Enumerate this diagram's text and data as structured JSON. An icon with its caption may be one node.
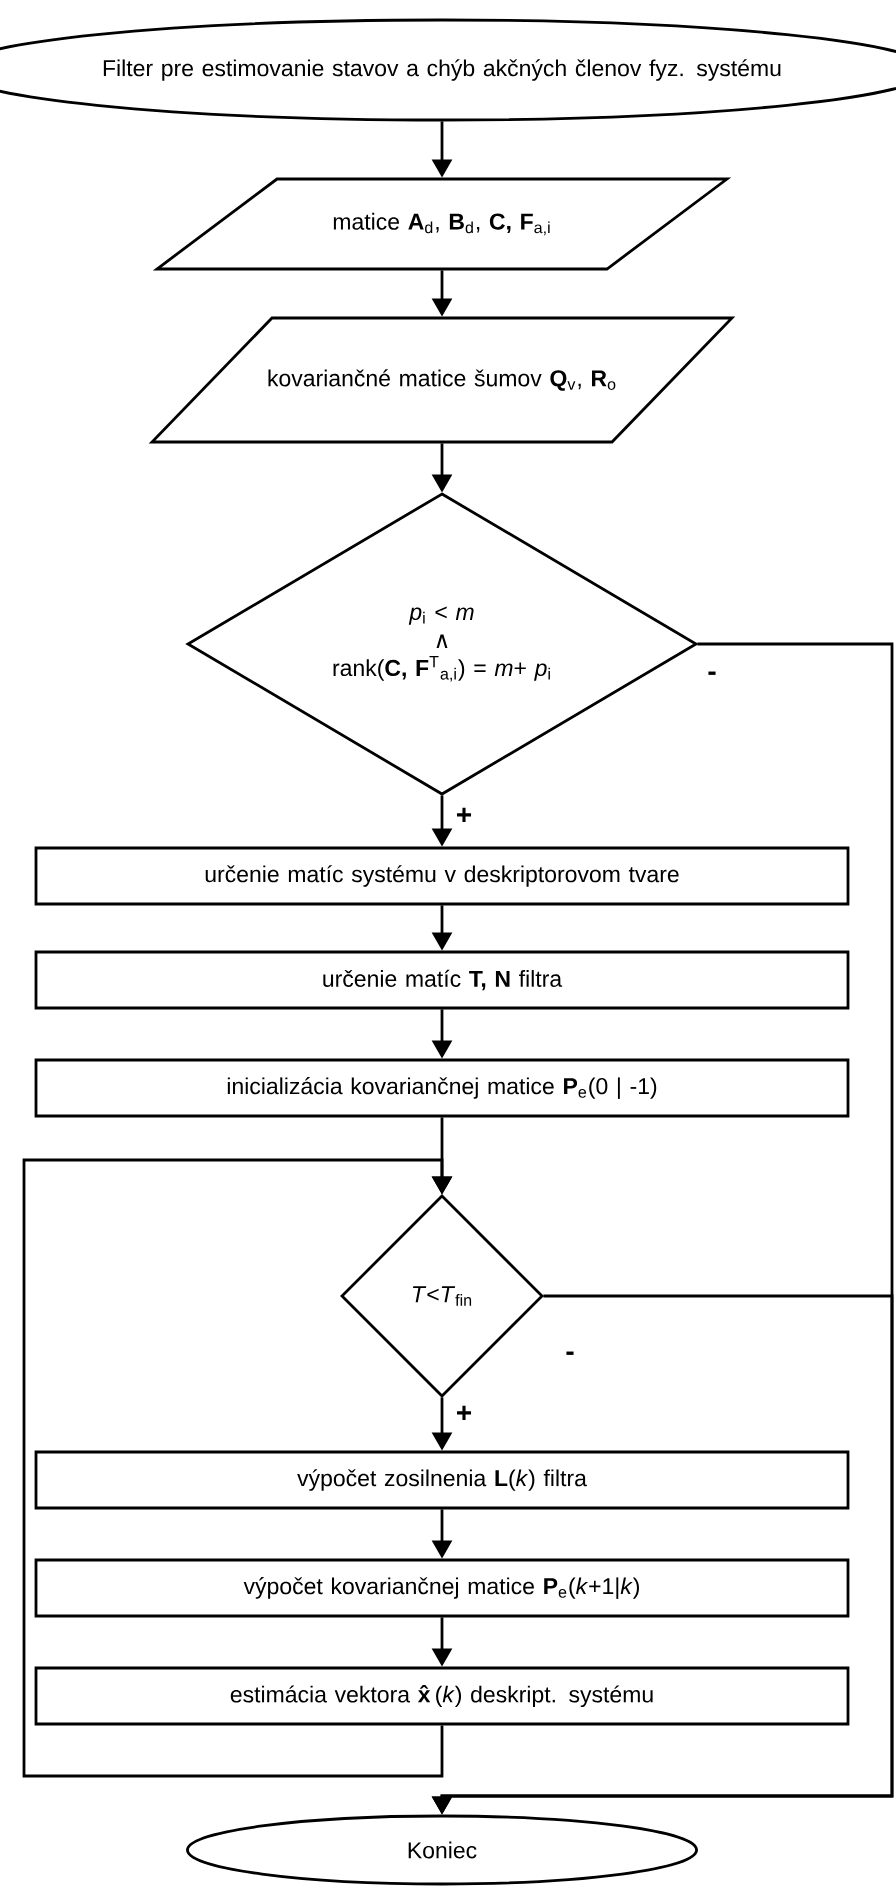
{
  "diagram": {
    "nodes": [
      {
        "text": [
          "Filter pre estimovanie stavov a chýb akčných členov fyz. systému"
        ]
      },
      {
        "text": [
          "matice **A**$_{d}$, **B**$_{d}$, **C, F**$_{a,i}$"
        ]
      },
      {
        "text": [
          "kovariančné matice šumov **Q**$_{v}$, **R**$_{o}$"
        ]
      },
      {
        "text": [
          "*p*$_{i}$ < *m*",
          "∧",
          "rank(**C, F**$^{T}$$_{a,i}$) = *m*+ *p*$_{i}$"
        ]
      },
      {
        "text": [
          "určenie matíc systému v deskriptorovom tvare"
        ]
      },
      {
        "text": [
          "určenie matíc **T, N** filtra"
        ]
      },
      {
        "text": [
          "inicializácia kovariančnej matice **P**$_{e}$(0 | -1)"
        ]
      },
      {
        "text": [
          "*T*<*T*$_{fin}$"
        ]
      },
      {
        "text": [
          "výpočet zosilnenia **L**(*k*) filtra"
        ]
      },
      {
        "text": [
          "výpočet kovariančnej matice **P**$_{e}$(*k*+1|*k*)"
        ]
      },
      {
        "text": [
          "estimácia vektora **x̂**(*k*) deskript. systému"
        ]
      },
      {
        "text": [
          "Koniec"
        ]
      }
    ],
    "edges": [
      {
        "from": 0,
        "to": 1,
        "arrow": "to"
      },
      {
        "from": 1,
        "to": 2,
        "arrow": "to"
      },
      {
        "from": 2,
        "to": 3,
        "arrow": "to"
      },
      {
        "from": 3,
        "to": 4,
        "arrow": "to",
        "label": "+"
      },
      {
        "from": 3,
        "to": 11,
        "arrow": "to",
        "label": "-"
      },
      {
        "from": 4,
        "to": 5,
        "arrow": "to"
      },
      {
        "from": 5,
        "to": 6,
        "arrow": "to"
      },
      {
        "from": 6,
        "to": 7,
        "arrow": "to"
      },
      {
        "from": 7,
        "to": 8,
        "arrow": "to",
        "label": "+"
      },
      {
        "from": 7,
        "to": 11,
        "arrow": "to",
        "label": "-"
      },
      {
        "from": 8,
        "to": 9,
        "arrow": "to"
      },
      {
        "from": 9,
        "to": 10,
        "arrow": "to"
      },
      {
        "from": 10,
        "to": 7,
        "arrow": "to"
      }
    ]
  }
}
